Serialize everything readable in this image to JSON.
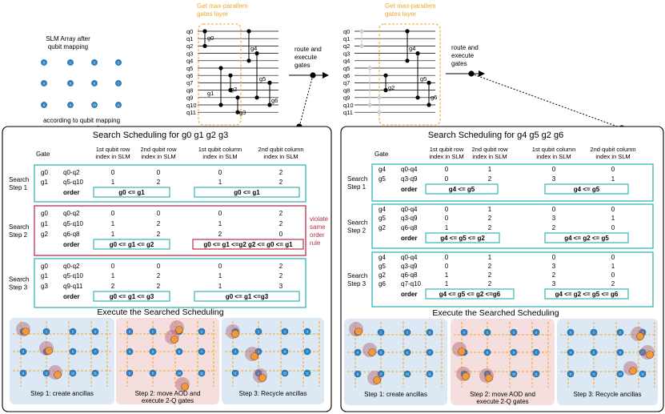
{
  "colors": {
    "orange": "#f0a830",
    "teal": "#33b5b5",
    "red": "#b83048",
    "blue_bg": "#dce9f5",
    "pink_bg": "#f5dede",
    "atom": "#2e86c8",
    "ancilla": "#f09a3c",
    "halo": "#b06070"
  },
  "slm": {
    "title_line1": "SLM Array after",
    "title_line2": "qubit mapping",
    "caption": "according to qubit mapping",
    "labels": [
      "0",
      "1",
      "2",
      "3",
      "4",
      "5",
      "6",
      "7",
      "8",
      "9",
      "10",
      "11"
    ]
  },
  "circuit": {
    "qubits": [
      "q0",
      "q1",
      "q2",
      "q3",
      "q4",
      "q5",
      "q6",
      "q7",
      "q8",
      "q9",
      "q10",
      "q11"
    ],
    "layer_label_line1": "Get max-parallem",
    "layer_label_line2": "gates layer",
    "route_label_line1": "route and",
    "route_label_line2": "execute",
    "route_label_line3": "gates",
    "left_gates": [
      "g0",
      "g1",
      "g2",
      "g3",
      "g4",
      "g5",
      "g6"
    ],
    "right_gates": [
      "g2",
      "g4",
      "g5",
      "g6"
    ]
  },
  "left_panel": {
    "title": "Search Scheduling for g0 g1 g2 g3",
    "headers": {
      "gate": "Gate",
      "row1_l1": "1st qubit row",
      "row1_l2": "index in SLM",
      "row2_l1": "2nd qubit row",
      "row2_l2": "index in SLM",
      "col1_l1": "1st qubit column",
      "col1_l2": "index in SLM",
      "col2_l1": "2nd qubit column",
      "col2_l2": "index in SLM"
    },
    "steps": [
      {
        "label_l1": "Search",
        "label_l2": "Step 1",
        "rows": [
          [
            "g0",
            "q0-q2",
            "0",
            "0",
            "0",
            "2"
          ],
          [
            "g1",
            "q5-q10",
            "1",
            "2",
            "1",
            "2"
          ]
        ],
        "order_label": "order",
        "order_row": "g0 <= g1",
        "order_col": "g0 <= g1"
      },
      {
        "label_l1": "Search",
        "label_l2": "Step 2",
        "rows": [
          [
            "g0",
            "q0-q2",
            "0",
            "0",
            "0",
            "2"
          ],
          [
            "g1",
            "q5-q10",
            "1",
            "2",
            "1",
            "2"
          ],
          [
            "g2",
            "q6-q8",
            "1",
            "2",
            "2",
            "0"
          ]
        ],
        "order_label": "order",
        "order_row": "g0 <= g1 <= g2",
        "order_col": "g0 <= g1 <=g2   g2 <= g0 <= g1"
      },
      {
        "label_l1": "Search",
        "label_l2": "Step 3",
        "rows": [
          [
            "g0",
            "q0-q2",
            "0",
            "0",
            "0",
            "2"
          ],
          [
            "g1",
            "q5-q10",
            "1",
            "2",
            "1",
            "2"
          ],
          [
            "g3",
            "q9-q11",
            "2",
            "2",
            "1",
            "3"
          ]
        ],
        "order_label": "order",
        "order_row": "g0 <= g1 <= g3",
        "order_col": "g0 <= g1 <=g3"
      }
    ],
    "violate_l1": "violate",
    "violate_l2": "same",
    "violate_l3": "order",
    "violate_l4": "rule",
    "exec_title": "Execute the Searched Scheduling",
    "exec_steps": [
      {
        "l1": "Step 1: create ancillas",
        "l2": ""
      },
      {
        "l1": "Step 2: move AOD and",
        "l2": "execute 2-Q gates"
      },
      {
        "l1": "Step 3: Recycle ancillas",
        "l2": ""
      }
    ]
  },
  "right_panel": {
    "title": "Search Scheduling for g4 g5 g2 g6",
    "headers": {
      "gate": "Gate",
      "row1_l1": "1st qubit row",
      "row1_l2": "index in SLM",
      "row2_l1": "2nd qubit row",
      "row2_l2": "index in SLM",
      "col1_l1": "1st qubit column",
      "col1_l2": "index in SLM",
      "col2_l1": "2nd qubit column",
      "col2_l2": "index in SLM"
    },
    "steps": [
      {
        "label_l1": "Search",
        "label_l2": "Step 1",
        "rows": [
          [
            "g4",
            "q0-q4",
            "0",
            "1",
            "0",
            "0"
          ],
          [
            "g5",
            "q3-q9",
            "0",
            "2",
            "3",
            "1"
          ]
        ],
        "order_label": "order",
        "order_row": "g4 <= g5",
        "order_col": "g4 <= g5"
      },
      {
        "label_l1": "Search",
        "label_l2": "Step 2",
        "rows": [
          [
            "g4",
            "q0-q4",
            "0",
            "1",
            "0",
            "0"
          ],
          [
            "g5",
            "q3-q9",
            "0",
            "2",
            "3",
            "1"
          ],
          [
            "g2",
            "q6-q8",
            "1",
            "2",
            "2",
            "0"
          ]
        ],
        "order_label": "order",
        "order_row": "g4 <= g5 <= g2",
        "order_col": "g4 <= g2 <= g5"
      },
      {
        "label_l1": "Search",
        "label_l2": "Step 3",
        "rows": [
          [
            "g4",
            "q0-q4",
            "0",
            "1",
            "0",
            "0"
          ],
          [
            "g5",
            "q3-q9",
            "0",
            "2",
            "3",
            "1"
          ],
          [
            "g2",
            "q6-q8",
            "1",
            "2",
            "2",
            "0"
          ],
          [
            "g6",
            "q7-q10",
            "1",
            "2",
            "3",
            "2"
          ]
        ],
        "order_label": "order",
        "order_row": "g4 <= g5 <= g2 <=g6",
        "order_col": "g4 <= g2 <= g5 <= g6"
      }
    ],
    "exec_title": "Execute the Searched Scheduling",
    "exec_steps": [
      {
        "l1": "Step 1: create ancillas",
        "l2": ""
      },
      {
        "l1": "Step 2: move AOD and",
        "l2": "execute 2-Q gates"
      },
      {
        "l1": "Step 3: Recycle ancillas",
        "l2": ""
      }
    ]
  }
}
